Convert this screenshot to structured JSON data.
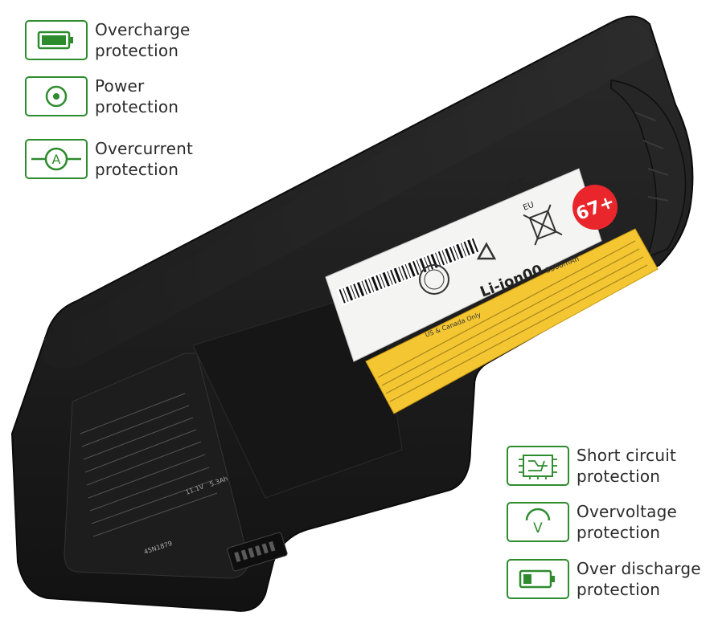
{
  "colors": {
    "accent_green": "#2e8b2e",
    "battery_body": "#1b1b1b",
    "label_yellow": "#f3c632",
    "badge_red": "#e8262b"
  },
  "features": {
    "left": [
      {
        "id": "overcharge",
        "icon": "full-battery-icon",
        "line1": "Overcharge",
        "line2": "protection"
      },
      {
        "id": "power",
        "icon": "power-target-icon",
        "line1": "Power",
        "line2": "protection"
      },
      {
        "id": "overcurrent",
        "icon": "ammeter-icon",
        "line1": "Overcurrent",
        "line2": "protection"
      }
    ],
    "right": [
      {
        "id": "short",
        "icon": "circuit-board-icon",
        "line1": "Short circuit",
        "line2": "protection"
      },
      {
        "id": "overvoltage",
        "icon": "voltmeter-icon",
        "line1": "Overvoltage",
        "line2": "protection"
      },
      {
        "id": "overdischarge",
        "icon": "low-battery-icon",
        "line1": "Over discharge",
        "line2": "protection"
      }
    ]
  },
  "battery": {
    "badge": "67+",
    "chemistry": "Li-ion00",
    "capacity": "5300mAh",
    "ce_mark": "CE",
    "eu_mark": "EU",
    "recycle_note": "US & Canada Only",
    "voltage": "11.1V",
    "amp_hours": "5.3Ah",
    "model_code": "45N1879"
  }
}
